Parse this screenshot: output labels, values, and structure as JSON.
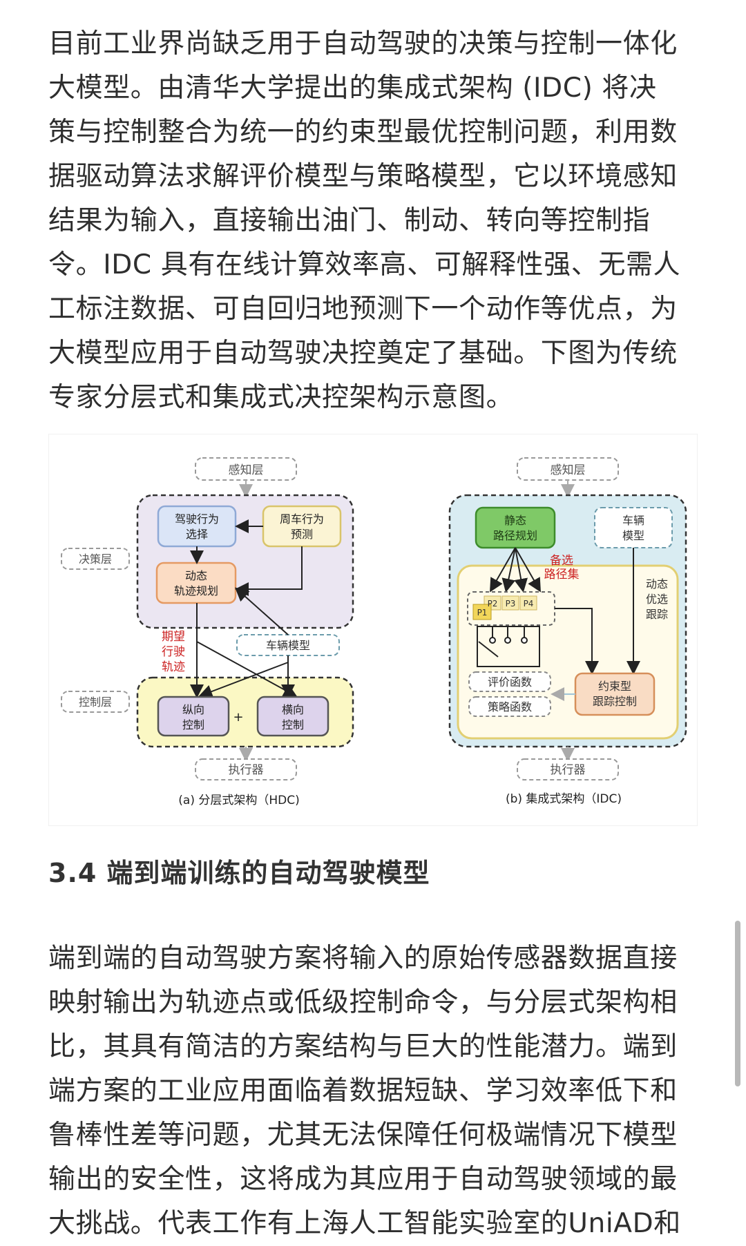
{
  "paragraph1": "目前工业界尚缺乏用于自动驾驶的决策与控制一体化大模型。由清华大学提出的集成式架构 (IDC) 将决策与控制整合为统一的约束型最优控制问题，利用数据驱动算法求解评价模型与策略模型，它以环境感知结果为输入，直接输出油门、制动、转向等控制指令。IDC 具有在线计算效率高、可解释性强、无需人工标注数据、可自回归地预测下一个动作等优点，为大模型应用于自动驾驶决控奠定了基础。下图为传统专家分层式和集成式决控架构示意图。",
  "figure": {
    "hdc": {
      "perception": "感知层",
      "behavior": [
        "驾驶行为",
        "选择"
      ],
      "surrounding": [
        "周车行为",
        "预测"
      ],
      "decision_layer": "决策层",
      "dynamic_planning": [
        "动态",
        "轨迹规划"
      ],
      "expected": [
        "期望",
        "行驶",
        "轨迹"
      ],
      "vehicle_model": "车辆模型",
      "control_layer": "控制层",
      "longitudinal": [
        "纵向",
        "控制"
      ],
      "plus": "+",
      "lateral": [
        "横向",
        "控制"
      ],
      "actuator": "执行器",
      "caption": "(a) 分层式架构（HDC)"
    },
    "idc": {
      "perception": "感知层",
      "static_planning": [
        "静态",
        "路径规划"
      ],
      "vehicle_model": [
        "车辆",
        "模型"
      ],
      "candidate": [
        "备选",
        "路径集"
      ],
      "dynamic_tracking": [
        "动态",
        "优选",
        "跟踪"
      ],
      "paths": [
        "P1",
        "P2",
        "P3",
        "P4"
      ],
      "value_fn": "评价函数",
      "policy_fn": "策略函数",
      "constraint_ctrl": [
        "约束型",
        "跟踪控制"
      ],
      "actuator": "执行器",
      "caption": "(b) 集成式架构（IDC)"
    }
  },
  "heading": "3.4 端到端训练的自动驾驶模型",
  "paragraph2": "端到端的自动驾驶方案将输入的原始传感器数据直接映射输出为轨迹点或低级控制命令，与分层式架构相比，其具有简洁的方案结构与巨大的性能潜力。端到端方案的工业应用面临着数据短缺、学习效率低下和鲁棒性差等问题，尤其无法保障任何极端情况下模型输出的安全性，这将成为其应用于自动驾驶领域的最大挑战。代表工作有上海人工智能实验室的UniAD和"
}
